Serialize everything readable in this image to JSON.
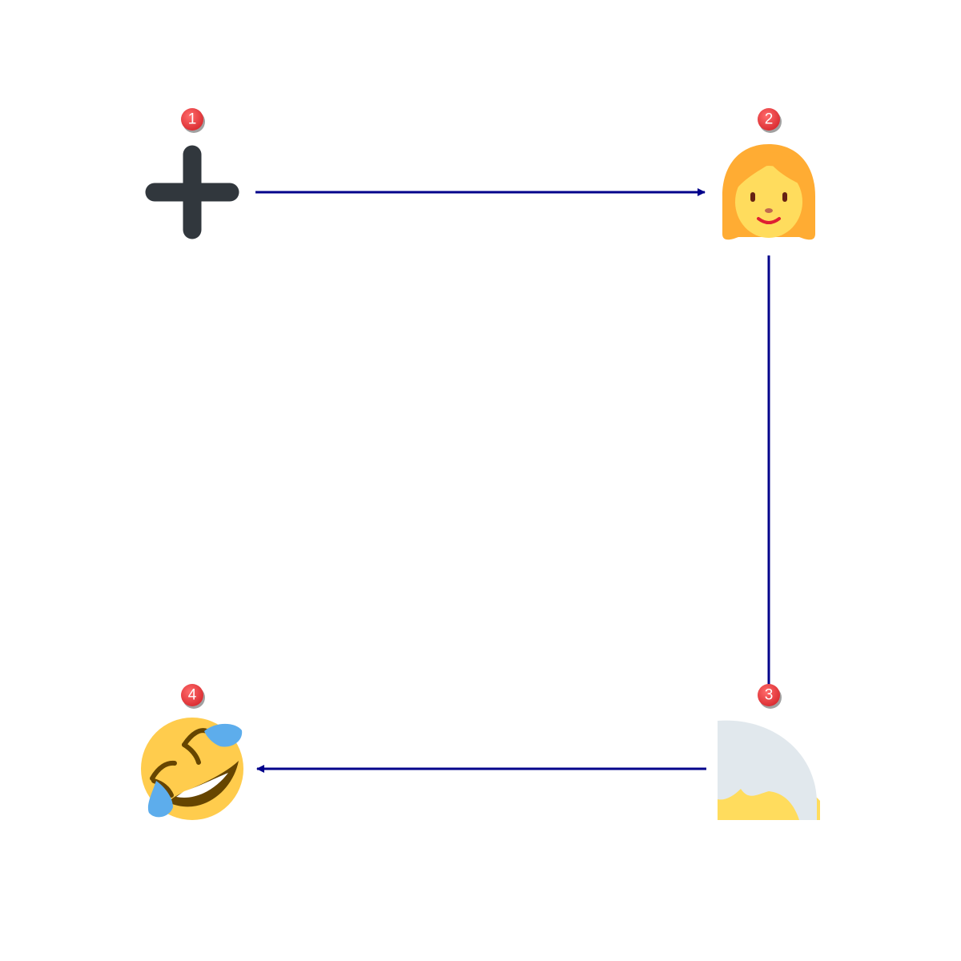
{
  "diagram": {
    "edge_color": "#00008b",
    "badge_color": "#e8383d",
    "nodes": [
      {
        "id": "n1",
        "badge": "1",
        "icon": "plus-icon"
      },
      {
        "id": "n2",
        "badge": "2",
        "icon": "woman-icon"
      },
      {
        "id": "n3",
        "badge": "3",
        "icon": "person-white-hair-icon"
      },
      {
        "id": "n4",
        "badge": "4",
        "icon": "rolling-on-floor-laughing-icon"
      }
    ],
    "edges": [
      {
        "from": "n1",
        "to": "n2"
      },
      {
        "from": "n2",
        "to": "n3"
      },
      {
        "from": "n3",
        "to": "n4"
      }
    ]
  }
}
